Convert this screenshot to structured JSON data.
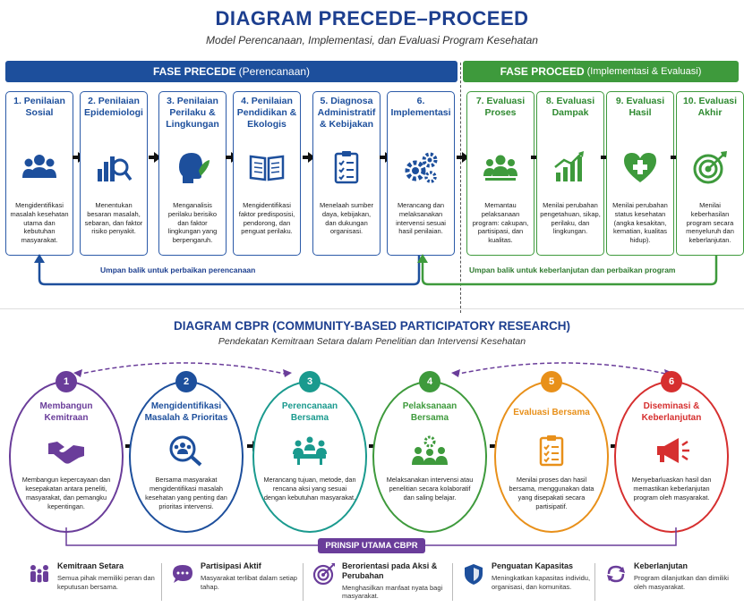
{
  "header": {
    "title": "DIAGRAM PRECEDE–PROCEED",
    "subtitle": "Model Perencanaan, Implementasi, dan Evaluasi Program Kesehatan"
  },
  "phases": {
    "precede": {
      "label": "FASE PRECEDE",
      "sub": "(Perencanaan)",
      "color": "#1d4f9c"
    },
    "proceed": {
      "label": "FASE PROCEED",
      "sub": "(Implementasi & Evaluasi)",
      "color": "#3e9a3c"
    }
  },
  "steps": [
    {
      "title": "1. Penilaian Sosial",
      "icon": "people-group-icon",
      "desc": "Mengidentifikasi masalah kesehatan utama dan kebutuhan masyarakat."
    },
    {
      "title": "2. Penilaian Epidemiologi",
      "icon": "chart-magnifier-icon",
      "desc": "Menentukan besaran masalah, sebaran, dan faktor risiko penyakit."
    },
    {
      "title": "3. Penilaian Perilaku & Lingkungan",
      "icon": "head-leaf-icon",
      "desc": "Menganalisis perilaku berisiko dan faktor lingkungan yang berpengaruh."
    },
    {
      "title": "4. Penilaian Pendidikan & Ekologis",
      "icon": "open-book-icon",
      "desc": "Mengidentifikasi faktor predisposisi, pendorong, dan penguat perilaku."
    },
    {
      "title": "5. Diagnosa Administratif & Kebijakan",
      "icon": "clipboard-check-icon",
      "desc": "Menelaah sumber daya, kebijakan, dan dukungan organisasi."
    },
    {
      "title": "6. Implementasi",
      "icon": "gears-icon",
      "desc": "Merancang dan melaksanakan intervensi sesuai hasil penilaian."
    },
    {
      "title": "7. Evaluasi Proses",
      "icon": "team-icon",
      "desc": "Memantau pelaksanaan program: cakupan, partisipasi, dan kualitas."
    },
    {
      "title": "8. Evaluasi Dampak",
      "icon": "growth-chart-icon",
      "desc": "Menilai perubahan pengetahuan, sikap, perilaku, dan lingkungan."
    },
    {
      "title": "9. Evaluasi Hasil",
      "icon": "heart-cross-icon",
      "desc": "Menilai perubahan status kesehatan (angka kesakitan, kematian, kualitas hidup)."
    },
    {
      "title": "10. Evaluasi Akhir",
      "icon": "target-icon",
      "desc": "Menilai keberhasilan program secara menyeluruh dan keberlanjutan."
    }
  ],
  "feedback": {
    "precede": "Umpan balik untuk perbaikan perencanaan",
    "proceed": "Umpan balik untuk keberlanjutan dan perbaikan program"
  },
  "cbpr": {
    "title": "DIAGRAM CBPR (COMMUNITY-BASED PARTICIPATORY RESEARCH)",
    "subtitle": "Pendekatan Kemitraan Setara dalam Penelitian dan Intervensi Kesehatan",
    "stages": [
      {
        "num": "1",
        "title": "Membangun Kemitraan",
        "color": "#6a3d9a",
        "icon": "handshake-icon",
        "desc": "Membangun kepercayaan dan kesepakatan antara peneliti, masyarakat, dan pemangku kepentingan."
      },
      {
        "num": "2",
        "title": "Mengidentifikasi Masalah & Prioritas",
        "color": "#1d4f9c",
        "icon": "magnifier-people-icon",
        "desc": "Bersama masyarakat mengidentifikasi masalah kesehatan yang penting dan prioritas intervensi."
      },
      {
        "num": "3",
        "title": "Perencanaan Bersama",
        "color": "#1a9a8e",
        "icon": "meeting-table-icon",
        "desc": "Merancang tujuan, metode, dan rencana aksi yang sesuai dengan kebutuhan masyarakat."
      },
      {
        "num": "4",
        "title": "Pelaksanaan Bersama",
        "color": "#3e9a3c",
        "icon": "team-gear-icon",
        "desc": "Melaksanakan intervensi atau penelitian secara kolaboratif dan saling belajar."
      },
      {
        "num": "5",
        "title": "Evaluasi Bersama",
        "color": "#e8901a",
        "icon": "checklist-icon",
        "desc": "Menilai proses dan hasil bersama, menggunakan data yang disepakati secara partisipatif."
      },
      {
        "num": "6",
        "title": "Diseminasi & Keberlanjutan",
        "color": "#d62f2f",
        "icon": "megaphone-icon",
        "desc": "Menyebarluaskan hasil dan memastikan keberlanjutan program oleh masyarakat."
      }
    ],
    "principles_label": "PRINSIP UTAMA CBPR",
    "principles": [
      {
        "title": "Kemitraan Setara",
        "icon": "family-icon",
        "color": "#6a3d9a",
        "desc": "Semua pihak memiliki peran dan keputusan bersama."
      },
      {
        "title": "Partisipasi Aktif",
        "icon": "chat-bubble-icon",
        "color": "#6a3d9a",
        "desc": "Masyarakat terlibat dalam setiap tahap."
      },
      {
        "title": "Berorientasi pada Aksi & Perubahan",
        "icon": "target-arrow-icon",
        "color": "#6a3d9a",
        "desc": "Menghasilkan manfaat nyata bagi masyarakat."
      },
      {
        "title": "Penguatan Kapasitas",
        "icon": "shield-icon",
        "color": "#1d4f9c",
        "desc": "Meningkatkan kapasitas individu, organisasi, dan komunitas."
      },
      {
        "title": "Keberlanjutan",
        "icon": "cycle-icon",
        "color": "#6a3d9a",
        "desc": "Program dilanjutkan dan dimiliki oleh masyarakat."
      }
    ]
  }
}
